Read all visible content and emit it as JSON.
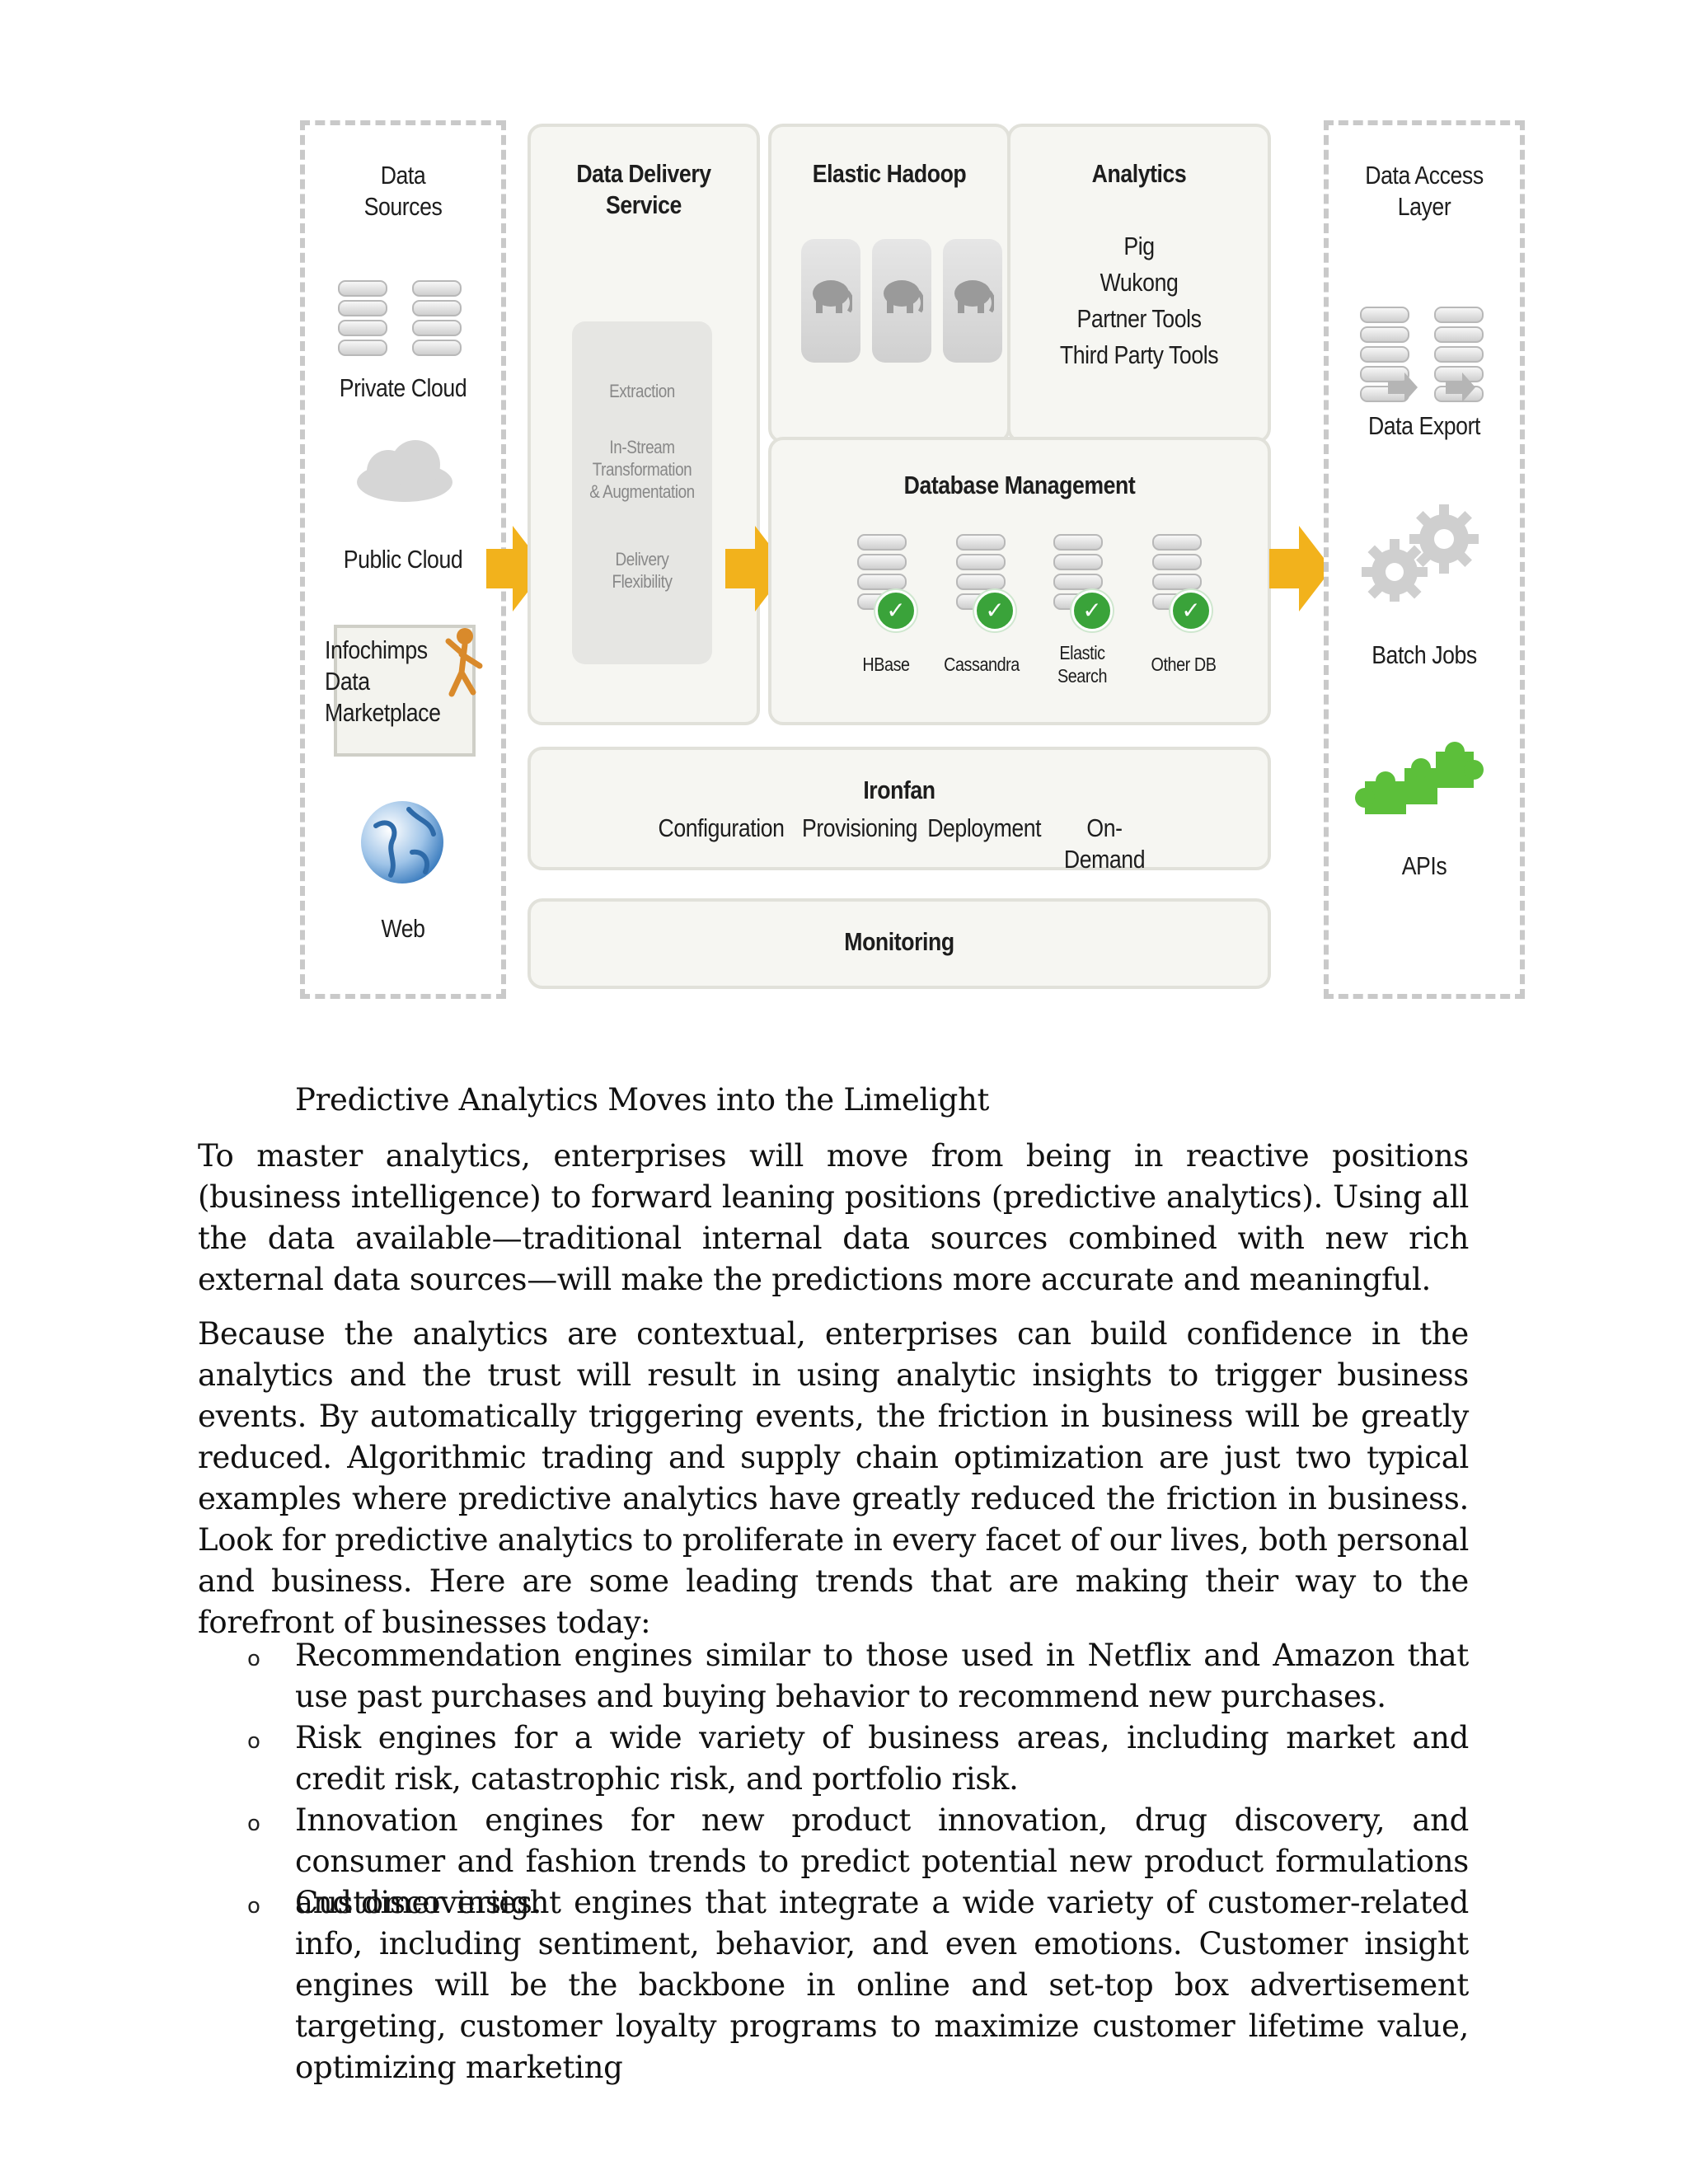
{
  "diagram": {
    "data_sources": {
      "title": "Data\nSources",
      "private_cloud": "Private Cloud",
      "public_cloud": "Public Cloud",
      "marketplace": "Infochimps\nData\nMarketplace",
      "web": "Web"
    },
    "data_delivery": {
      "title": "Data Delivery\nService",
      "extraction": "Extraction",
      "transformation": "In-Stream\nTransformation\n& Augmentation",
      "delivery": "Delivery\nFlexibility"
    },
    "elastic_hadoop": {
      "title": "Elastic Hadoop"
    },
    "analytics": {
      "title": "Analytics",
      "items": [
        "Pig",
        "Wukong",
        "Partner Tools",
        "Third Party Tools"
      ]
    },
    "database_management": {
      "title": "Database Management",
      "dbs": [
        "HBase",
        "Cassandra",
        "Elastic\nSearch",
        "Other DB"
      ]
    },
    "ironfan": {
      "title": "Ironfan",
      "items": [
        "Configuration",
        "Provisioning",
        "Deployment",
        "On-Demand"
      ]
    },
    "monitoring": {
      "title": "Monitoring"
    },
    "data_access": {
      "title": "Data Access\nLayer",
      "data_export": "Data Export",
      "batch_jobs": "Batch Jobs",
      "apis": "APIs"
    },
    "colors": {
      "arrow": "#f2b21c",
      "check": "#3aa33a",
      "puzzle": "#5cbf3a",
      "globe": "#4a88c8"
    }
  },
  "caption": "Predictive Analytics Moves into the Limelight",
  "paragraphs": [
    "To master analytics, enterprises will move from being in reactive positions (business intelligence) to forward leaning positions (predictive analytics). Using all the data available—traditional internal data sources combined with new rich external data sources—will make the predictions more accurate and meaningful.",
    "Because the analytics are contextual, enterprises can build confidence in the analytics and the trust will result in using analytic insights to trigger business events. By automatically triggering events, the friction in business will be greatly reduced. Algorithmic trading and supply chain optimization are just two typical examples where predictive analytics have greatly reduced the friction in business. Look for predictive analytics to proliferate in every facet of our lives, both personal and business. Here are some leading trends that are making their way to the forefront of businesses today:"
  ],
  "bullet_marker": "o",
  "bullets": [
    "Recommendation engines similar to those used in Netflix and Amazon that use past purchases and buying behavior to recommend new purchases.",
    "Risk engines for a wide variety of business areas, including market and credit risk, catastrophic risk, and portfolio risk.",
    "Innovation engines for new product innovation, drug discovery, and consumer and fashion trends to predict potential new product formulations and discoveries.",
    "Customer insight engines that integrate a wide variety of customer-related info, including sentiment, behavior, and even emotions. Customer insight engines will be the backbone in online and set-top box advertisement targeting, customer loyalty programs to maximize customer lifetime value, optimizing marketing"
  ]
}
